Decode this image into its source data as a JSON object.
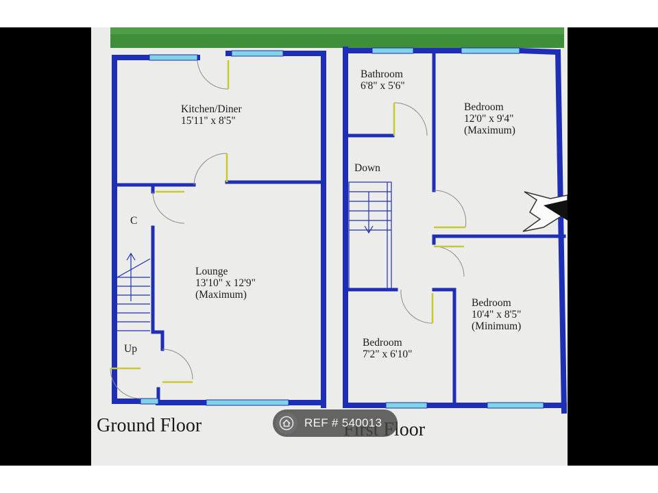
{
  "colors": {
    "wall": "#1f2fb5",
    "window": "#7fd4e6",
    "door": "#c8c832",
    "grass": "#3f8f3a",
    "paper": "#ecedea"
  },
  "ground_floor": {
    "title": "Ground Floor",
    "kitchen": {
      "name": "Kitchen/Diner",
      "size": "15'11\" x 8'5\""
    },
    "lounge": {
      "name": "Lounge",
      "size": "13'10\" x 12'9\"",
      "note": "(Maximum)"
    },
    "cupboard": "C",
    "stairs": "Up"
  },
  "first_floor": {
    "title": "First Floor",
    "bathroom": {
      "name": "Bathroom",
      "size": "6'8\" x 5'6\""
    },
    "bedroom_1": {
      "name": "Bedroom",
      "size": "12'0\" x 9'4\"",
      "note": "(Maximum)"
    },
    "bedroom_2": {
      "name": "Bedroom",
      "size": "10'4\" x 8'5\"",
      "note": "(Minimum)"
    },
    "bedroom_3": {
      "name": "Bedroom",
      "size": "7'2\" x 6'10\""
    },
    "stairs": "Down"
  },
  "watermark": {
    "icon": "home-icon",
    "text": "REF # 540013"
  }
}
